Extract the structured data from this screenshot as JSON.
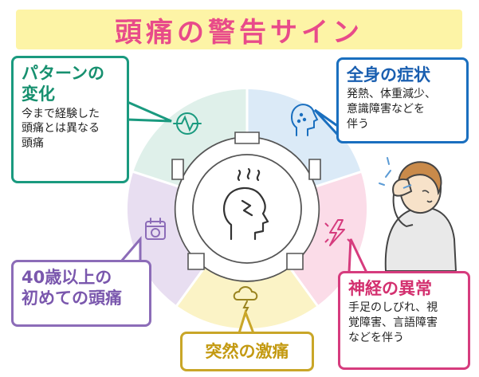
{
  "title": "頭痛の警告サイン",
  "center_icon": "head-pain-icon",
  "colors": {
    "title_bg": "#fdf4a6",
    "title_text": "#e84b8a",
    "pattern": "#1a9a7f",
    "body": "#1a6fbf",
    "age": "#8c6cb8",
    "sudden": "#c9a628",
    "nerve": "#d63c7e"
  },
  "signs": {
    "pattern": {
      "title_line1": "パターンの",
      "title_line2": "変化",
      "desc_line1": "今まで経験した",
      "desc_line2": "頭痛とは異なる",
      "desc_line3": "頭痛",
      "icon": "pulse-wave-icon"
    },
    "body": {
      "title": "全身の症状",
      "desc_line1": "発熱、体重減少、",
      "desc_line2": "意識障害などを",
      "desc_line3": "伴う",
      "icon": "dizzy-head-icon"
    },
    "nerve": {
      "title": "神経の異常",
      "desc_line1": "手足のしびれ、視",
      "desc_line2": "覚障害、言語障害",
      "desc_line3": "などを伴う",
      "icon": "lightning-icon"
    },
    "sudden": {
      "title": "突然の激痛",
      "icon": "storm-cloud-icon"
    },
    "age": {
      "title_line1": "40歳以上の",
      "title_line2": "初めての頭痛",
      "icon": "calendar-skull-icon"
    }
  },
  "illustration": "person-with-headache"
}
